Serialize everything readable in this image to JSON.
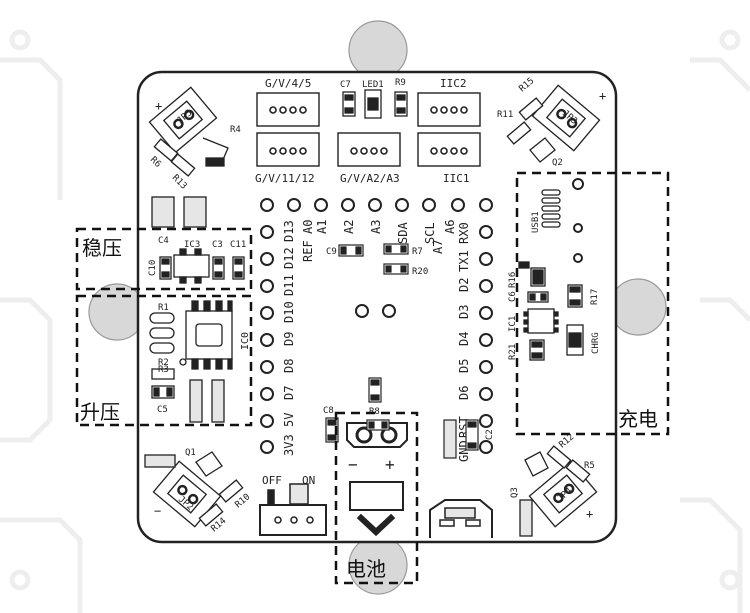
{
  "header_labels": {
    "gv45": "G/V/4/5",
    "iic2": "IIC2",
    "gv1112": "G/V/11/12",
    "gva2a3": "G/V/A2/A3",
    "iic1": "IIC1",
    "c7": "C7",
    "led1": "LED1",
    "r9": "R9"
  },
  "left_pins": [
    "D13",
    "D12",
    "D11",
    "D10",
    "D9",
    "D8",
    "D7",
    "5V",
    "3V3"
  ],
  "left_pins_top": "REF",
  "top_pins": [
    "A0",
    "A1",
    "A2",
    "A3",
    "SDA",
    "SCL",
    "A6",
    "A7",
    "RX0"
  ],
  "right_pins": [
    "TX1",
    "D2",
    "D3",
    "D4",
    "D5",
    "D6",
    "RST",
    "GND"
  ],
  "component_labels": {
    "c4": "C4",
    "ic3": "IC3",
    "c3": "C3",
    "c11": "C11",
    "c10": "C10",
    "r1": "R1",
    "r2": "R2",
    "r3": "R3",
    "c5": "C5",
    "ic0": "IC0",
    "c9": "C9",
    "r7": "R7",
    "r20": "R20",
    "c8": "C8",
    "r8": "R8",
    "c2": "C2",
    "usb1": "USB1",
    "r16": "R16",
    "c6": "C6",
    "r17": "R17",
    "ic1": "IC1",
    "r21": "R21",
    "chrg": "CHRG",
    "r11": "R11",
    "r15": "R15",
    "jp3": "JP3",
    "r4": "R4",
    "r6": "R6",
    "r13": "R13",
    "jp5": "JP5",
    "q1": "Q1",
    "jp2": "JP2",
    "r10": "R10",
    "r14": "R14",
    "r12": "R12",
    "r5": "R5",
    "q3": "Q3",
    "jp4": "JP4",
    "q2": "Q2"
  },
  "switch_labels": {
    "off": "OFF",
    "on": "ON"
  },
  "battery_polarity": {
    "minus": "−",
    "plus": "+"
  },
  "annotations": {
    "regulator": "稳压",
    "boost": "升压",
    "charge": "充电",
    "battery": "电池"
  }
}
